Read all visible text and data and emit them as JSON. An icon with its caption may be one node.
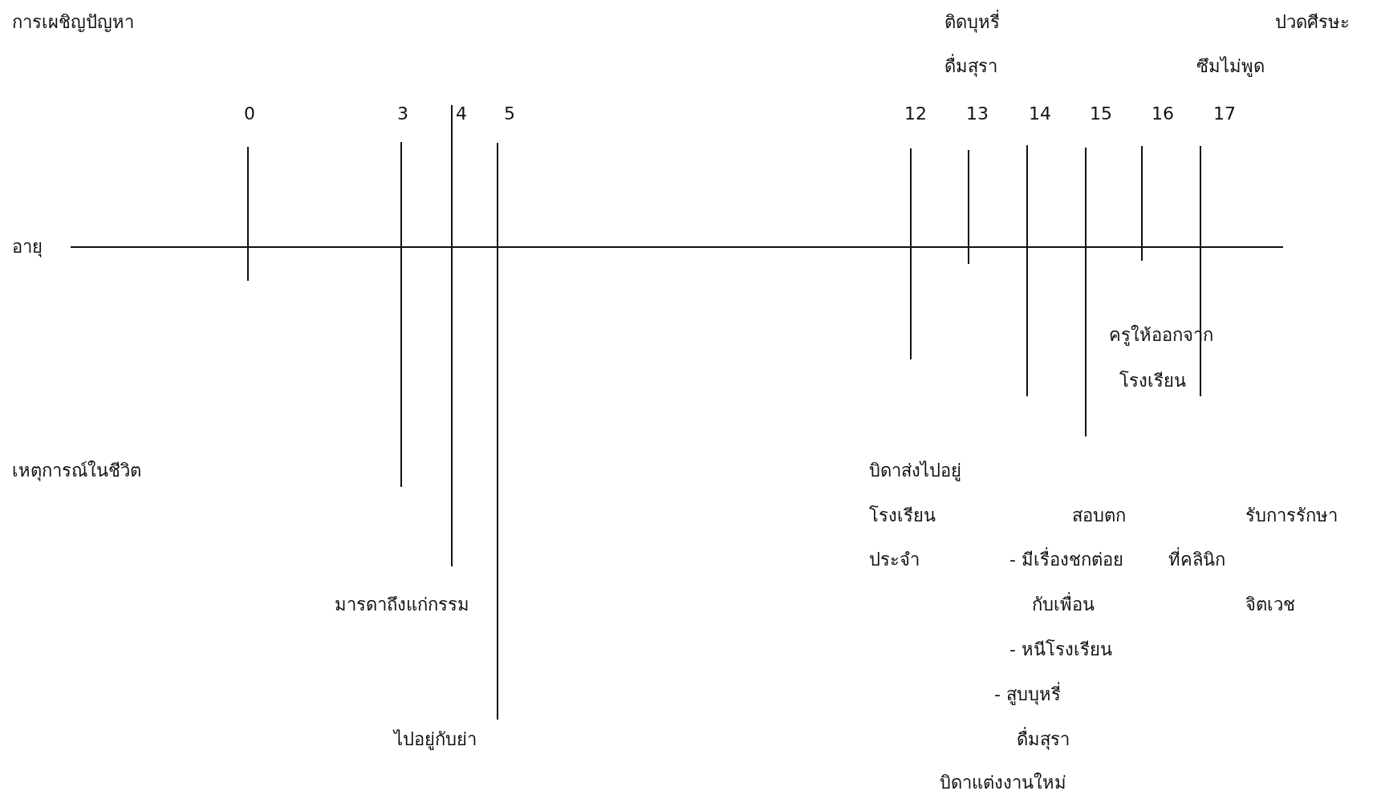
{
  "diagram": {
    "labels": [
      "การเผชิญปัญหา",
      "ติดบุหรี่",
      "ปวดศีรษะ",
      "ดื่มสุรา",
      "ซึมไม่พูด",
      "0",
      "3",
      "4",
      "5",
      "12",
      "13",
      "14",
      "15",
      "16",
      "17",
      "อายุ",
      "ครูให้ออกจาก",
      "โรงเรียน",
      "เหตุการณ์ในชีวิต",
      "บิดาส่งไปอยู่",
      "โรงเรียน",
      "สอบตก",
      "รับการรักษา",
      "ประจำ",
      "- มีเรื่องชกต่อย",
      "ที่คลินิก",
      "มารดาถึงแก่กรรม",
      "กับเพื่อน",
      "จิตเวช",
      "- หนีโรงเรียน",
      "- สูบบุหรี่",
      "ไปอยู่กับย่า",
      "ดื่มสุรา",
      "บิดาแต่งงานใหม่"
    ]
  }
}
